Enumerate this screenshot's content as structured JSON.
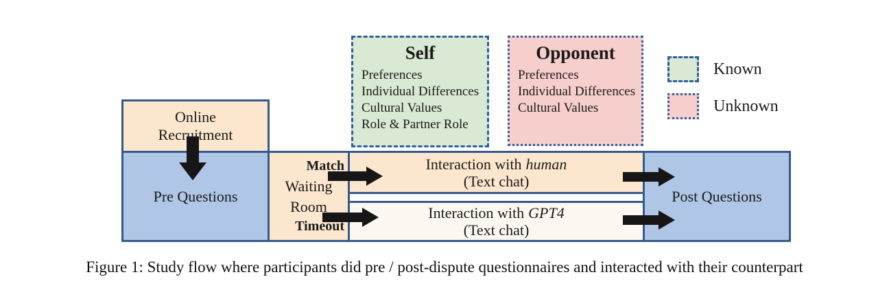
{
  "figure": {
    "caption": "Figure 1: Study flow where participants did pre / post-dispute questionnaires and interacted with their counterpart"
  },
  "info_boxes": {
    "self": {
      "title": "Self",
      "items": [
        "Preferences",
        "Individual Differences",
        "Cultural Values",
        "Role & Partner Role"
      ]
    },
    "opponent": {
      "title": "Opponent",
      "items": [
        "Preferences",
        "Individual Differences",
        "Cultural Values"
      ]
    }
  },
  "legend": {
    "known": {
      "label": "Known",
      "color": "#d9e9d3",
      "border_style": "dashed"
    },
    "unknown": {
      "label": "Unknown",
      "color": "#f6cecb",
      "border_style": "dotted"
    }
  },
  "flow": {
    "online_recruitment": "Online Recruitment",
    "pre_questions": "Pre Questions",
    "waiting_room": "Waiting Room",
    "match_label": "Match",
    "timeout_label": "Timeout",
    "interaction_human": {
      "prefix": "Interaction with",
      "emphasis": "human",
      "subtitle": "(Text chat)"
    },
    "interaction_gpt4": {
      "prefix": "Interaction with",
      "emphasis": "GPT4",
      "subtitle": "(Text chat)"
    },
    "post_questions": "Post Questions"
  },
  "colors": {
    "border_blue": "#36598c",
    "dashed_border_blue": "#2e5f9e",
    "fill_peach": "#fce6cd",
    "fill_blue": "#afc6e6",
    "fill_green": "#d9e9d3",
    "fill_pink": "#f6cecb",
    "fill_cream": "#fcf8f1",
    "arrow_black": "#161616"
  }
}
